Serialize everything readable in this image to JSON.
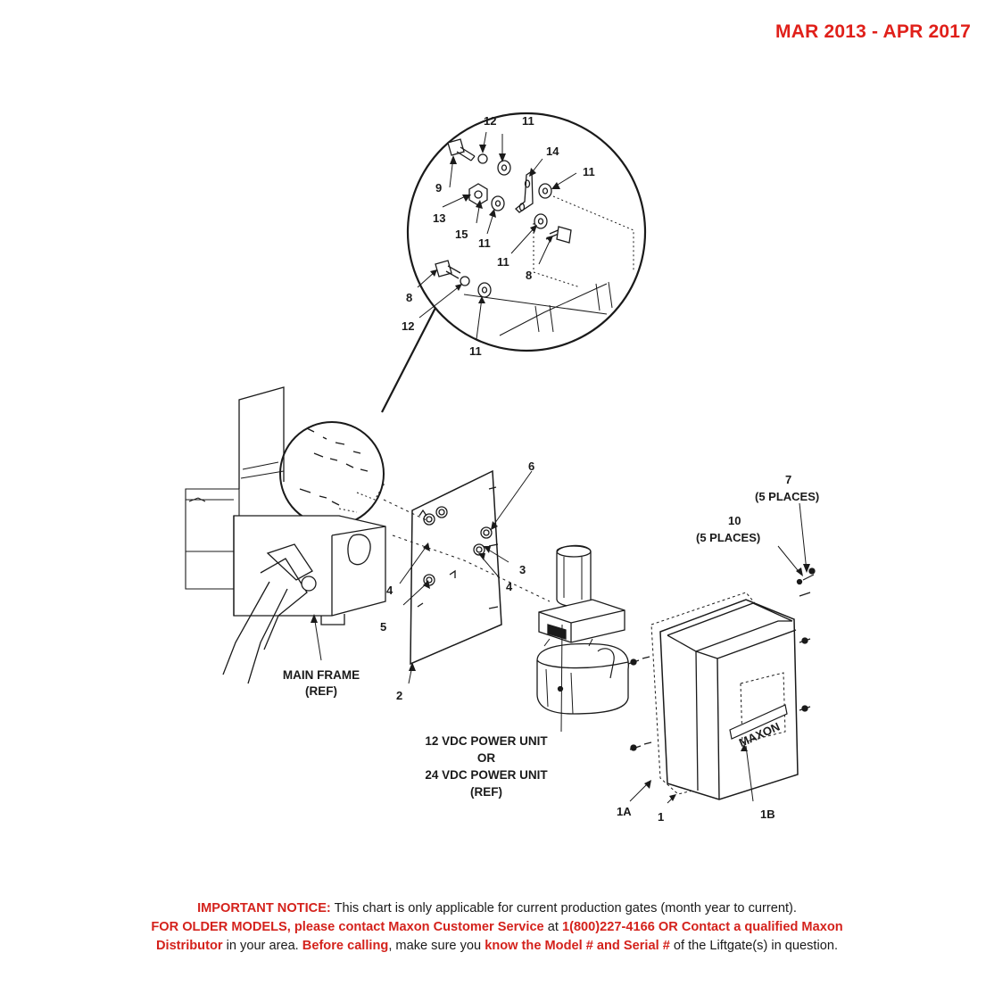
{
  "header": {
    "date_range": "MAR 2013 - APR 2017"
  },
  "callouts": {
    "c8a": "8",
    "c8b": "8",
    "c9": "9",
    "c11a": "11",
    "c11b": "11",
    "c11c": "11",
    "c11d": "11",
    "c11e": "11",
    "c12a": "12",
    "c12b": "12",
    "c13": "13",
    "c14": "14",
    "c15": "15",
    "c2": "2",
    "c3": "3",
    "c4a": "4",
    "c4b": "4",
    "c5": "5",
    "c6": "6",
    "c7": "7",
    "c7sub": "(5 PLACES)",
    "c10": "10",
    "c10sub": "(5 PLACES)",
    "c1": "1",
    "c1a": "1A",
    "c1b": "1B"
  },
  "captions": {
    "main_frame": "MAIN FRAME",
    "main_frame_ref": "(REF)",
    "power_unit_12": "12 VDC POWER UNIT",
    "power_unit_or": "OR",
    "power_unit_24": "24 VDC POWER UNIT",
    "power_unit_ref": "(REF)",
    "brand": "MAXON"
  },
  "notice": {
    "l1_bold": "IMPORTANT NOTICE:",
    "l1_text": " This chart is only applicable for current production gates (month year to current).",
    "l2_bold": "FOR OLDER MODELS, please contact Maxon Customer Service",
    "l2_at": " at ",
    "l2_phone": "1(800)227-4166 OR Contact a qualified Maxon",
    "l3_bold": "Distributor",
    "l3_text1": " in your area. ",
    "l3_before": "Before calling",
    "l3_text2": ", make sure you ",
    "l3_know": "know the Model # and Serial #",
    "l3_text3": " of the Liftgate(s) in question."
  },
  "colors": {
    "header_red": "#e0201a",
    "notice_red": "#d4221c",
    "line": "#1a1a1a"
  }
}
